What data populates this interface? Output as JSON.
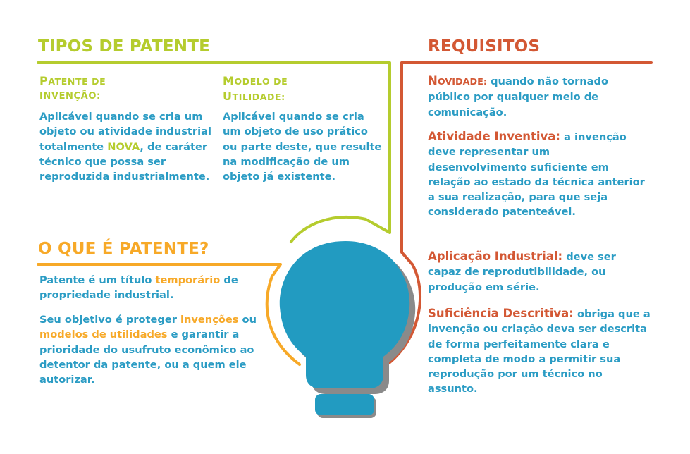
{
  "colors": {
    "green": "#b5cc2e",
    "red": "#d35834",
    "orange": "#f7a928",
    "blue": "#2b9cc4",
    "bulb": "#229bc1",
    "shadow": "#8a8a8a"
  },
  "tipos": {
    "title": "TIPOS DE PATENTE",
    "invencao": {
      "heading_line1_cap": "P",
      "heading_line1_rest": "ATENTE DE",
      "heading_line2": "INVENÇÃO:",
      "text_before": "Aplicável quando se cria um objeto ou atividade industrial totalmente ",
      "highlight": "NOVA",
      "text_after": ", de caráter técnico que possa ser reproduzida industrialmente."
    },
    "utilidade": {
      "heading_line1_cap": "M",
      "heading_line1_rest": "ODELO DE",
      "heading_line2_cap": "U",
      "heading_line2_rest": "TILIDADE:",
      "text": "Aplicável quando se cria um objeto de uso prático ou parte deste, que resulte na modificação de um objeto já existente."
    }
  },
  "oque": {
    "title": "O QUE É PATENTE?",
    "p1_before": "Patente é um título ",
    "p1_highlight": "temporário",
    "p1_after": " de propriedade industrial.",
    "p2_before": "Seu objetivo é proteger ",
    "p2_highlight1": "invenções",
    "p2_mid": " ou ",
    "p2_highlight2": "modelos de utilidades",
    "p2_after": " e garantir a prioridade do usufruto econômico ao detentor da patente, ou a quem ele autorizar."
  },
  "requisitos": {
    "title": "REQUISITOS",
    "items": [
      {
        "label_cap": "N",
        "label_rest": "OVIDADE:",
        "text": " quando não tornado público por qualquer meio de comunicação."
      },
      {
        "label": "Atividade Inventiva:",
        "text": " a invenção deve representar um desenvolvimento suficiente em relação ao estado da técnica anterior a sua realização, para que seja considerado patenteável."
      },
      {
        "label": "Aplicação Industrial:",
        "text": " deve ser capaz de reprodutibilidade, ou produção em série."
      },
      {
        "label": "Suficiência Descritiva:",
        "text": " obriga que a invenção ou criação deva ser descrita de forma perfeitamente clara e completa de modo a permitir sua reprodução por um técnico no assunto."
      }
    ]
  },
  "graphic": {
    "icon": "lightbulb-icon"
  }
}
